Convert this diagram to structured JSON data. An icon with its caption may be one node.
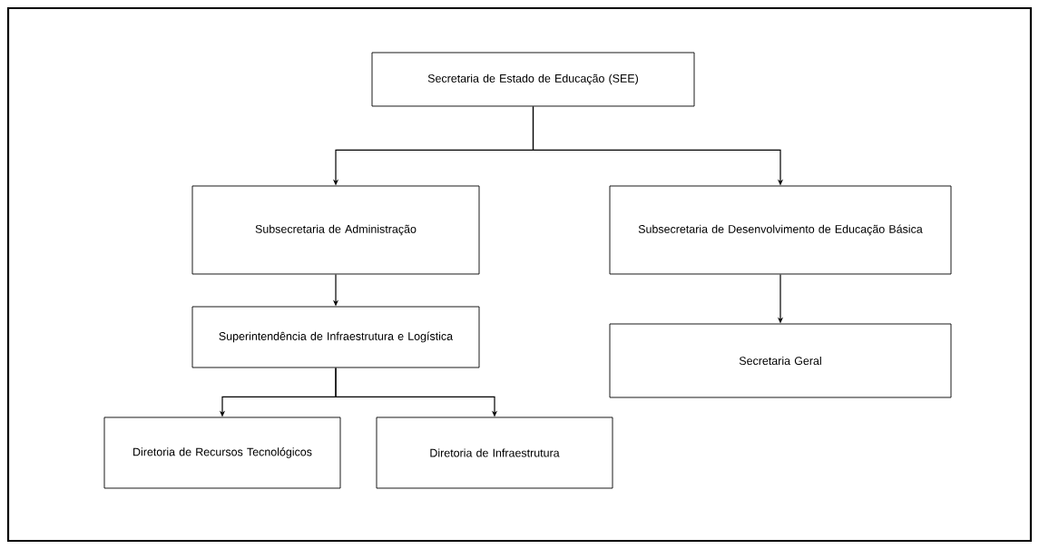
{
  "diagram": {
    "nodes": [
      {
        "text": [
          "Secretaria de Estado de Educação (SEE)"
        ]
      },
      {
        "text": [
          "Subsecretaria de Administração"
        ]
      },
      {
        "text": [
          "Subsecretaria de Desenvolvimento de Educação Básica"
        ]
      },
      {
        "text": [
          "Superintendência de Infraestrutura e Logística"
        ]
      },
      {
        "text": [
          "Secretaria Geral"
        ]
      },
      {
        "text": [
          "Diretoria de Recursos Tecnológicos"
        ]
      },
      {
        "text": [
          "Diretoria de Infraestrutura"
        ]
      }
    ],
    "edges": [
      {
        "from": 0,
        "to": 1,
        "arrow": "to"
      },
      {
        "from": 0,
        "to": 2,
        "arrow": "to"
      },
      {
        "from": 1,
        "to": 3,
        "arrow": "to"
      },
      {
        "from": 2,
        "to": 4,
        "arrow": "to"
      },
      {
        "from": 3,
        "to": 5,
        "arrow": "to"
      },
      {
        "from": 3,
        "to": 6,
        "arrow": "to"
      }
    ]
  }
}
